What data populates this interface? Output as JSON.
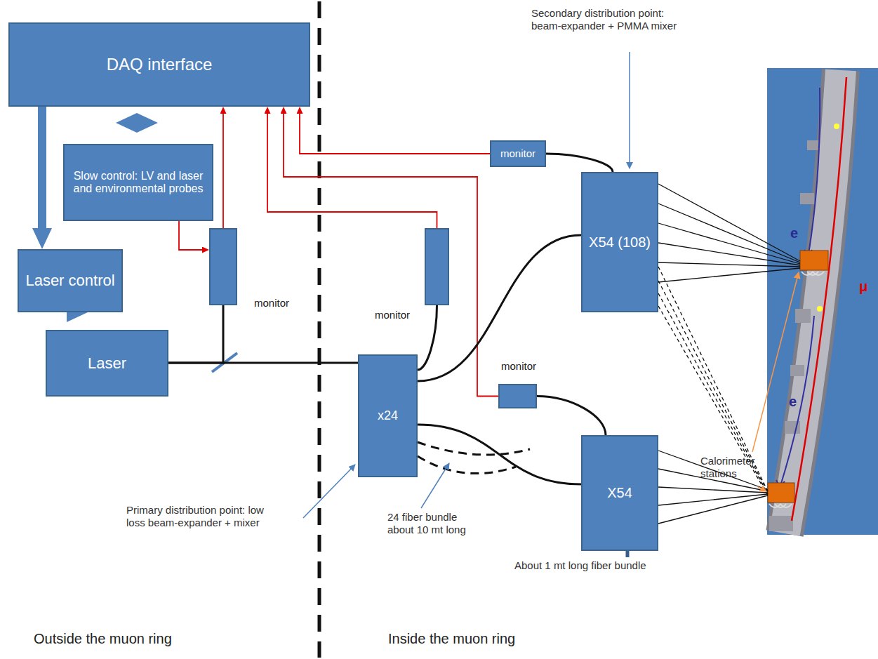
{
  "diagram": {
    "nodes": [
      {
        "text": [
          "DAQ interface"
        ]
      },
      {
        "text": [
          "Slow control: LV and laser and environmental probes"
        ]
      },
      {
        "text": [
          "Laser control"
        ]
      },
      {
        "text": [
          "Laser"
        ]
      },
      {
        "text": [
          "monitor"
        ]
      },
      {
        "text": [
          "monitor"
        ]
      },
      {
        "text": [
          "x24"
        ]
      },
      {
        "text": [
          "monitor"
        ]
      },
      {
        "text": [
          "monitor"
        ]
      },
      {
        "text": [
          "X54 (108)"
        ]
      },
      {
        "text": [
          "X54"
        ]
      }
    ],
    "edges": [
      {
        "from": 0,
        "to": 2,
        "arrow": "to"
      },
      {
        "from": 0,
        "to": 1,
        "arrow": "both"
      },
      {
        "from": 2,
        "to": 3,
        "arrow": "to"
      },
      {
        "from": 1,
        "to": 4,
        "arrow": "to"
      },
      {
        "from": 4,
        "to": 0,
        "arrow": "to"
      },
      {
        "from": 5,
        "to": 0,
        "arrow": "to"
      },
      {
        "from": 7,
        "to": 0,
        "arrow": "to"
      },
      {
        "from": 8,
        "to": 0,
        "arrow": "to"
      },
      {
        "from": 3,
        "to": 4,
        "arrow": "none"
      },
      {
        "from": 3,
        "to": 6,
        "arrow": "none"
      },
      {
        "from": 6,
        "to": 5,
        "arrow": "none"
      },
      {
        "from": 6,
        "to": 9,
        "arrow": "none"
      },
      {
        "from": 6,
        "to": 10,
        "arrow": "none"
      },
      {
        "from": 8,
        "to": 9,
        "arrow": "none"
      },
      {
        "from": 7,
        "to": 10,
        "arrow": "none"
      }
    ],
    "labels": [
      "Secondary distribution point: beam-expander + PMMA mixer",
      "Primary distribution point: low loss beam-expander + mixer",
      "24 fiber bundle about 10 mt long",
      "About 1 mt long fiber bundle",
      "Calorimeter stations",
      "e",
      "e",
      "μ",
      "Outside the muon ring",
      "Inside the muon ring"
    ]
  }
}
